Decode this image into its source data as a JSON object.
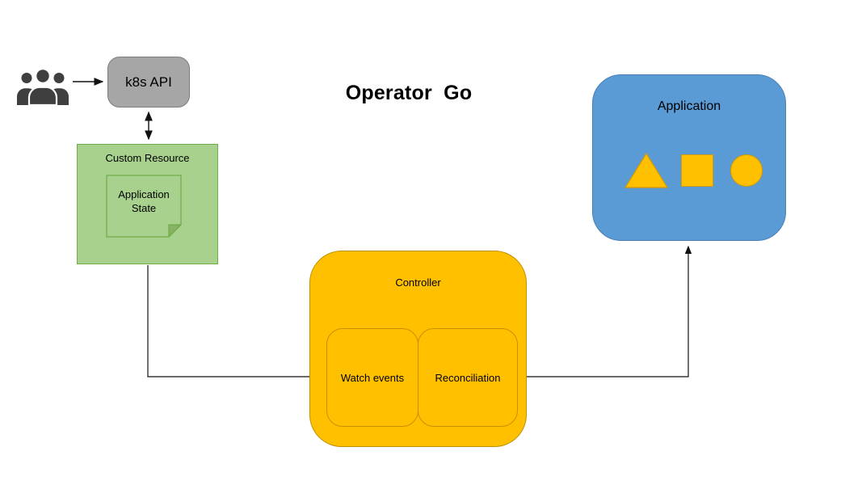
{
  "title": "Operator  Go",
  "palette": {
    "green_fill": "#A9D18E",
    "green_border": "#70AD47",
    "yellow_fill": "#FFC000",
    "yellow_border": "#BF9000",
    "blue_fill": "#5B9BD5",
    "gray_fill": "#A6A6A6",
    "line": "#000000",
    "icon": "#3F3F3F"
  },
  "nodes": {
    "k8s_api": {
      "label": "k8s API"
    },
    "custom_resource": {
      "label": "Custom Resource",
      "note_label": "Application State"
    },
    "controller": {
      "label": "Controller",
      "watch": "Watch events",
      "reconcile": "Reconciliation"
    },
    "application": {
      "label": "Application",
      "shapes": [
        "triangle",
        "square",
        "circle"
      ]
    }
  },
  "icons": {
    "users": "users-icon"
  },
  "connections": [
    {
      "from": "users",
      "to": "k8s_api",
      "style": "arrow"
    },
    {
      "from": "k8s_api",
      "to": "custom_resource",
      "style": "double-arrow"
    },
    {
      "from": "custom_resource",
      "to": "controller.watch",
      "style": "arrow"
    },
    {
      "from": "controller.reconcile",
      "to": "application",
      "style": "arrow"
    }
  ]
}
